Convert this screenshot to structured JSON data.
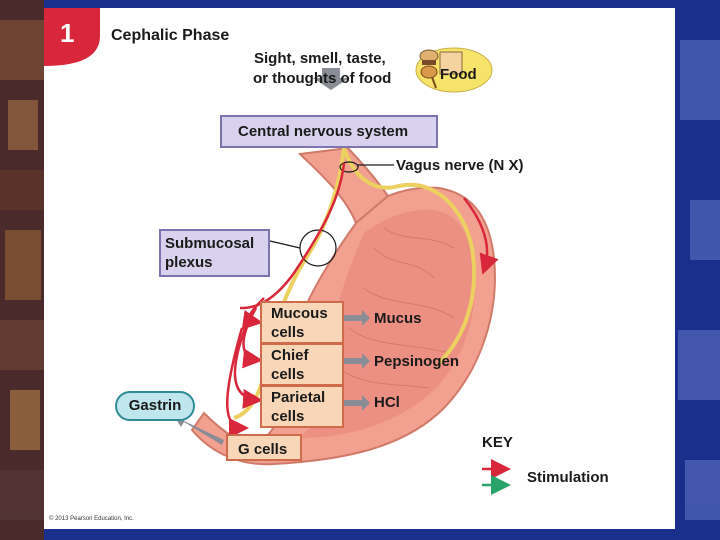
{
  "step_number": "1",
  "phase_title": "Cephalic Phase",
  "stimulus_text": [
    "Sight, smell, taste,",
    "or thoughts of food"
  ],
  "food_label": "Food",
  "cns_label": "Central nervous system",
  "vagus_label": "Vagus nerve (N X)",
  "submucosal_label": [
    "Submucosal",
    "plexus"
  ],
  "cells": [
    {
      "name": [
        "Mucous",
        "cells"
      ],
      "product": "Mucus"
    },
    {
      "name": [
        "Chief",
        "cells"
      ],
      "product": "Pepsinogen"
    },
    {
      "name": [
        "Parietal",
        "cells"
      ],
      "product": "HCl"
    }
  ],
  "g_cells_label": "G cells",
  "gastrin_label": "Gastrin",
  "key": {
    "title": "KEY",
    "items": [
      {
        "label": "Stimulation",
        "color": "#d8263a"
      },
      {
        "label": "",
        "color": "#2aa36b"
      }
    ]
  },
  "copyright": "© 2013 Pearson Education, Inc.",
  "colors": {
    "red_arrow": "#d8263a",
    "green_arrow": "#2aa36b",
    "box_fill": "#d9d2ee",
    "stomach": "#f2a08f",
    "background": "#1a2f8c"
  }
}
